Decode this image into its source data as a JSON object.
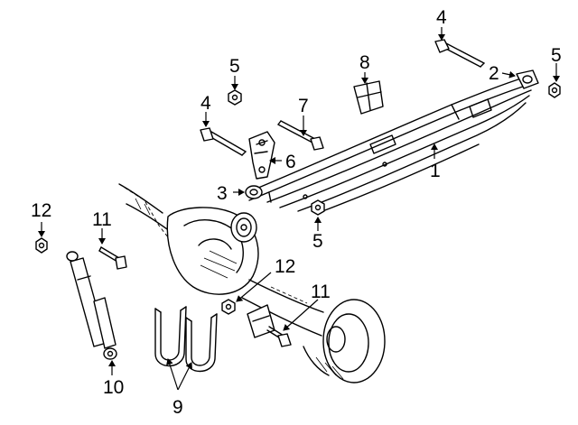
{
  "diagram": {
    "callouts": {
      "c1": "1",
      "c2": "2",
      "c3": "3",
      "c4a": "4",
      "c4b": "4",
      "c5a": "5",
      "c5b": "5",
      "c5c": "5",
      "c6": "6",
      "c7": "7",
      "c8": "8",
      "c9": "9",
      "c10": "10",
      "c11a": "11",
      "c11b": "11",
      "c12a": "12",
      "c12b": "12"
    }
  }
}
